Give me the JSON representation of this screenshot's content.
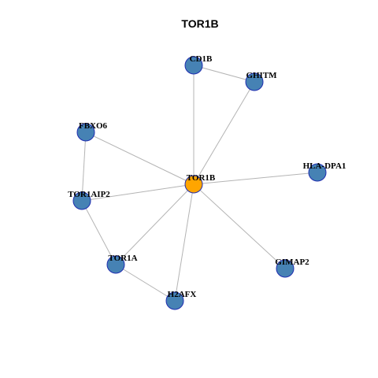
{
  "title": "TOR1B",
  "colors": {
    "hub_fill": "#FFA500",
    "node_fill": "#4682B4",
    "node_border": "#1F2DB0",
    "edge": "#B4B4B4"
  },
  "nodes": [
    {
      "id": "TOR1B",
      "label": "TOR1B",
      "hub": true
    },
    {
      "id": "CD1B",
      "label": "CD1B",
      "hub": false
    },
    {
      "id": "GHITM",
      "label": "GHITM",
      "hub": false
    },
    {
      "id": "FBXO6",
      "label": "FBXO6",
      "hub": false
    },
    {
      "id": "HLA-DPA1",
      "label": "HLA-DPA1",
      "hub": false
    },
    {
      "id": "TOR1AIP2",
      "label": "TOR1AIP2",
      "hub": false
    },
    {
      "id": "TOR1A",
      "label": "TOR1A",
      "hub": false
    },
    {
      "id": "GIMAP2",
      "label": "GIMAP2",
      "hub": false
    },
    {
      "id": "H2AFX",
      "label": "H2AFX",
      "hub": false
    }
  ],
  "edges": [
    [
      "CD1B",
      "TOR1B"
    ],
    [
      "CD1B",
      "GHITM"
    ],
    [
      "GHITM",
      "TOR1B"
    ],
    [
      "FBXO6",
      "TOR1B"
    ],
    [
      "FBXO6",
      "TOR1AIP2"
    ],
    [
      "HLA-DPA1",
      "TOR1B"
    ],
    [
      "TOR1AIP2",
      "TOR1B"
    ],
    [
      "TOR1AIP2",
      "TOR1A"
    ],
    [
      "TOR1A",
      "TOR1B"
    ],
    [
      "TOR1A",
      "H2AFX"
    ],
    [
      "GIMAP2",
      "TOR1B"
    ],
    [
      "H2AFX",
      "TOR1B"
    ]
  ]
}
